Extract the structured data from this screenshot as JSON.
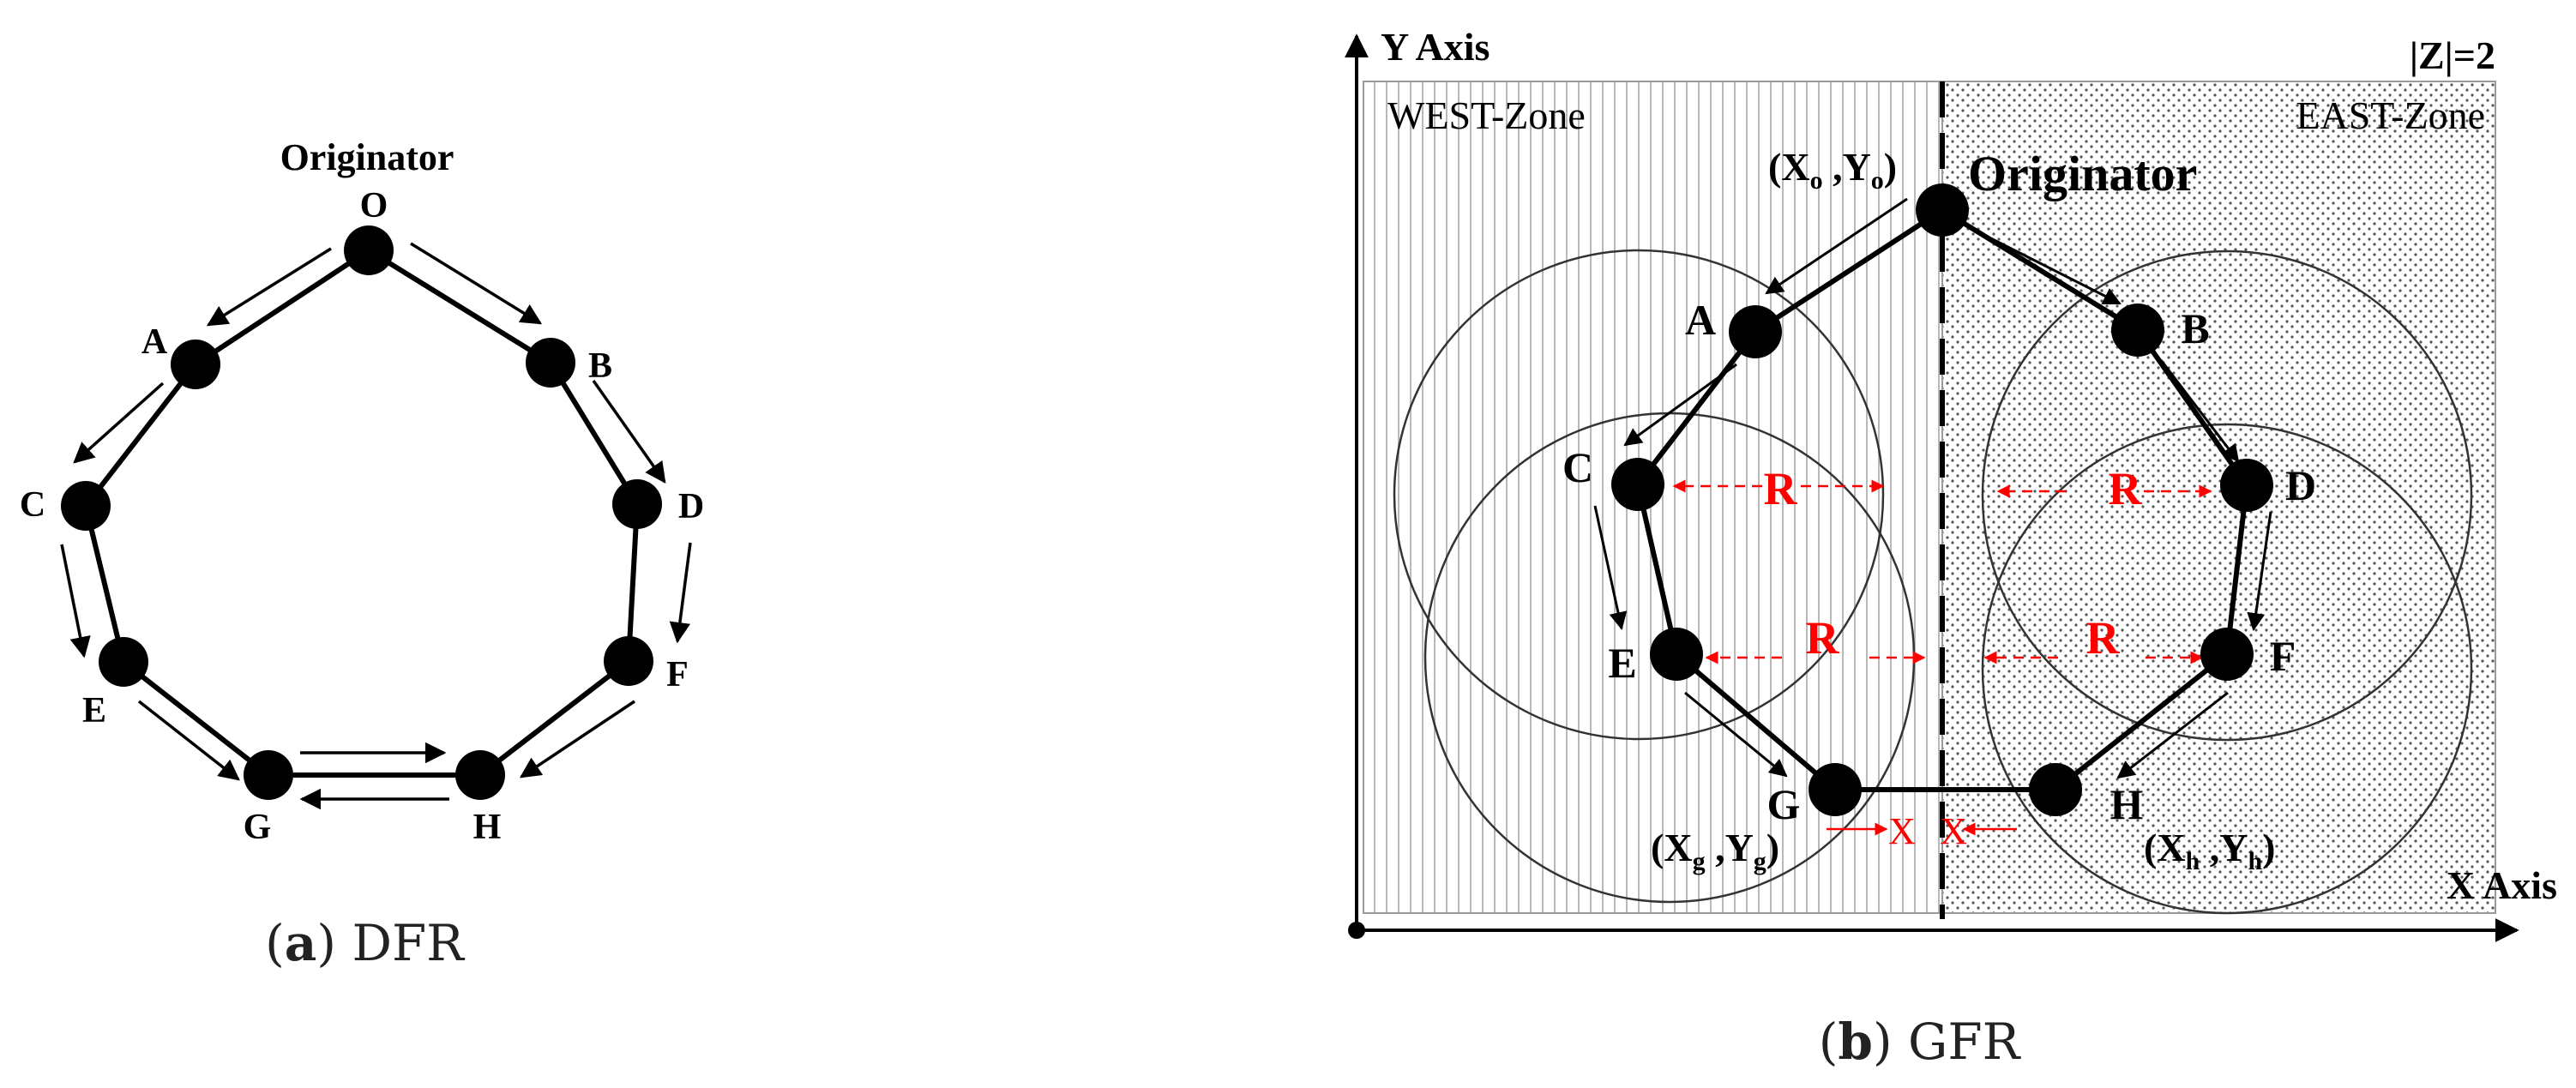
{
  "panel_a": {
    "caption_letter": "a",
    "caption_text": "DFR",
    "originator_label": "Originator",
    "nodes": [
      "O",
      "A",
      "B",
      "C",
      "D",
      "E",
      "F",
      "G",
      "H"
    ]
  },
  "panel_b": {
    "caption_letter": "b",
    "caption_text": "GFR",
    "y_axis_label": "Y Axis",
    "x_axis_label": "X Axis",
    "zone_count": "|Z|=2",
    "west_zone": "WEST-Zone",
    "east_zone": "EAST-Zone",
    "originator_label": "Originator",
    "coord_o": {
      "x": "X",
      "xs": "o",
      "y": "Y",
      "ys": "o"
    },
    "coord_g": {
      "x": "X",
      "xs": "g",
      "y": "Y",
      "ys": "g"
    },
    "coord_h": {
      "x": "X",
      "xs": "h",
      "y": "Y",
      "ys": "h"
    },
    "nodes": [
      "A",
      "B",
      "C",
      "D",
      "E",
      "F",
      "G",
      "H"
    ],
    "range_label": "R",
    "blocked_mark": "X",
    "colors": {
      "range_marker": "#ff0000",
      "node": "#000000"
    }
  }
}
